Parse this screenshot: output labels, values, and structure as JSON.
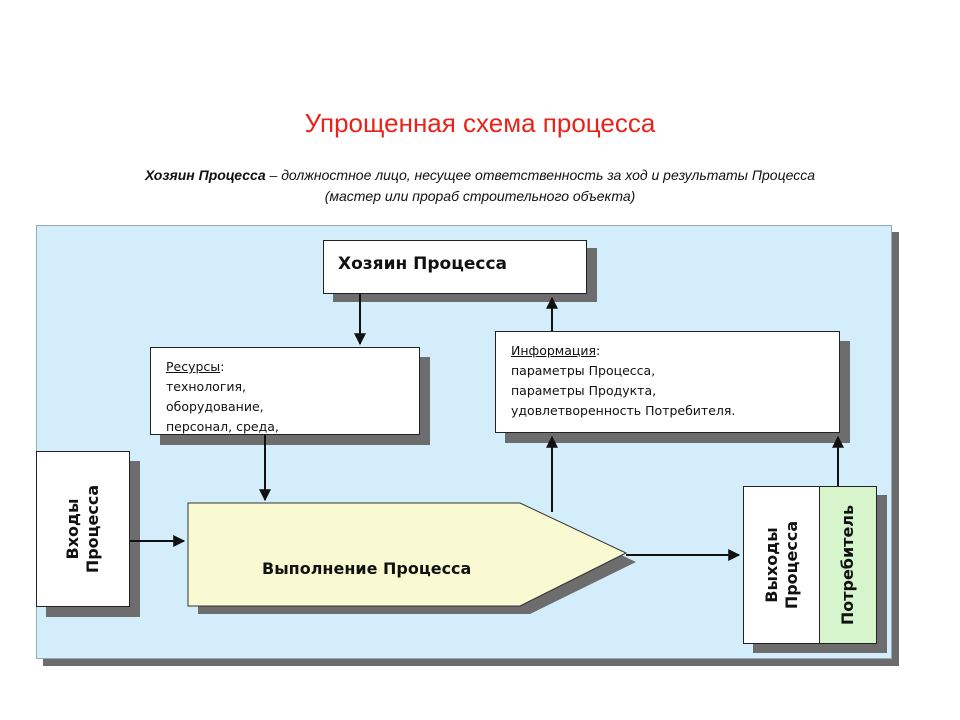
{
  "title": "Упрощенная схема процесса",
  "subtitle": {
    "term": "Хозяин  Процесса",
    "definition": " – должностное лицо, несущее ответственность за ход и результаты Процесса",
    "line2": "(мастер или прораб строительного объекта)"
  },
  "diagram": {
    "owner": "Хозяин Процесса",
    "resources": {
      "heading": "Ресурсы",
      "items": [
        "технология,",
        "оборудование,",
        "персонал, среда,"
      ]
    },
    "information": {
      "heading": "Информация",
      "items": [
        "параметры Процесса,",
        "параметры Продукта,",
        "удовлетворенность Потребителя."
      ]
    },
    "inputs": [
      "Входы",
      "Процесса"
    ],
    "execution": "Выполнение Процесса",
    "outputs": [
      "Выходы",
      "Процесса"
    ],
    "consumer": "Потребитель",
    "colors": {
      "title": "#e8231a",
      "panel_bg": "#d3eefa",
      "execution_fill": "#fafad2",
      "consumer_fill": "#d6f5cc"
    }
  }
}
